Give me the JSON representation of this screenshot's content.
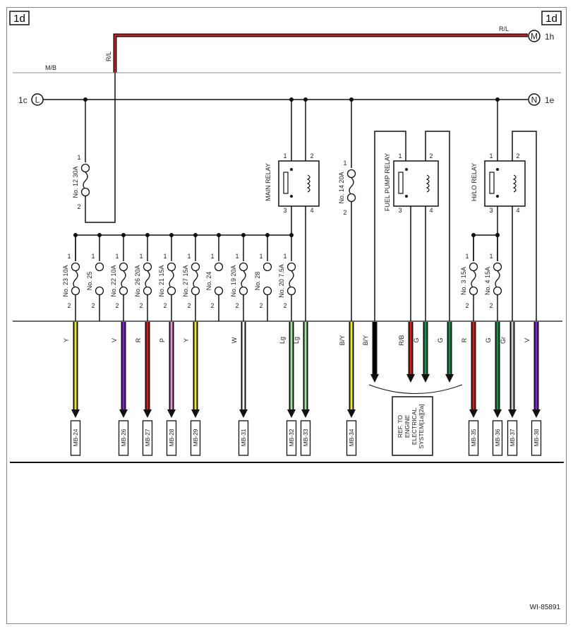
{
  "corner_tags": {
    "left": "1d",
    "right": "1d"
  },
  "bus_labels": {
    "mb": "M/B",
    "rl_vertical": "R/L",
    "rl_top": "R/L"
  },
  "terminals": {
    "M": {
      "symbol": "M",
      "ref": "1h"
    },
    "L": {
      "symbol": "L",
      "ref": "1c"
    },
    "N": {
      "symbol": "N",
      "ref": "1e"
    }
  },
  "fuses": [
    {
      "key": "f12",
      "label": "No. 12  30A",
      "pin_top": "1",
      "pin_bottom": "2"
    },
    {
      "key": "f23",
      "label": "No. 23  10A",
      "pin_top": "1",
      "pin_bottom": "2"
    },
    {
      "key": "f25",
      "label": "No. 25",
      "pin_top": "1",
      "pin_bottom": "2"
    },
    {
      "key": "f22",
      "label": "No. 22  10A",
      "pin_top": "1",
      "pin_bottom": "2"
    },
    {
      "key": "f26",
      "label": "No. 26  20A",
      "pin_top": "1",
      "pin_bottom": "2"
    },
    {
      "key": "f21",
      "label": "No. 21  15A",
      "pin_top": "1",
      "pin_bottom": "2"
    },
    {
      "key": "f27",
      "label": "No. 27  15A",
      "pin_top": "1",
      "pin_bottom": "2"
    },
    {
      "key": "f24",
      "label": "No. 24",
      "pin_top": "1",
      "pin_bottom": "2"
    },
    {
      "key": "f19",
      "label": "No. 19  20A",
      "pin_top": "1",
      "pin_bottom": "2"
    },
    {
      "key": "f28",
      "label": "No. 28",
      "pin_top": "1",
      "pin_bottom": "2"
    },
    {
      "key": "f20",
      "label": "No. 20  7.5A",
      "pin_top": "1",
      "pin_bottom": "2"
    },
    {
      "key": "f14",
      "label": "No. 14  20A",
      "pin_top": "1",
      "pin_bottom": "2"
    },
    {
      "key": "f3",
      "label": "No. 3  15A",
      "pin_top": "1",
      "pin_bottom": "2"
    },
    {
      "key": "f4",
      "label": "No. 4  15A",
      "pin_top": "1",
      "pin_bottom": "2"
    }
  ],
  "relays": [
    {
      "key": "main",
      "label": "MAIN RELAY",
      "pins": [
        "1",
        "2",
        "3",
        "4"
      ]
    },
    {
      "key": "fuelpump",
      "label": "FUEL PUMP RELAY",
      "pins": [
        "1",
        "2",
        "3",
        "4"
      ]
    },
    {
      "key": "hilo",
      "label": "Hi/LO RELAY",
      "pins": [
        "1",
        "2",
        "3",
        "4"
      ]
    }
  ],
  "outputs": [
    {
      "key": "mb24",
      "color_code": "Y",
      "wire_hex": "#f2ee00",
      "connector": "MB-24"
    },
    {
      "key": "mb26",
      "color_code": "V",
      "wire_hex": "#8a1be2",
      "connector": "MB-26"
    },
    {
      "key": "mb27",
      "color_code": "R",
      "wire_hex": "#e51616",
      "connector": "MB-27"
    },
    {
      "key": "mb28",
      "color_code": "P",
      "wire_hex": "#f28fd9",
      "connector": "MB-28"
    },
    {
      "key": "mb29",
      "color_code": "Y",
      "wire_hex": "#f2ee00",
      "connector": "MB-29"
    },
    {
      "key": "mb31",
      "color_code": "W",
      "wire_hex": "#ffffff",
      "connector": "MB-31"
    },
    {
      "key": "mb32",
      "color_code": "Lg",
      "wire_hex": "#9ceb9c",
      "connector": "MB-32"
    },
    {
      "key": "mb33",
      "color_code": "Lg",
      "wire_hex": "#9ceb9c",
      "connector": "MB-33"
    },
    {
      "key": "mb34",
      "color_code": "B/Y",
      "wire_hex": "#f2ee00",
      "connector": "MB-34"
    },
    {
      "key": "by2",
      "color_code": "B/Y",
      "wire_hex": "#000000",
      "connector": ""
    },
    {
      "key": "rb",
      "color_code": "R/B",
      "wire_hex": "#e51616",
      "connector": ""
    },
    {
      "key": "g1",
      "color_code": "G",
      "wire_hex": "#0c9a4a",
      "connector": ""
    },
    {
      "key": "g2",
      "color_code": "G",
      "wire_hex": "#0c9a4a",
      "connector": ""
    },
    {
      "key": "mb35",
      "color_code": "R",
      "wire_hex": "#e51616",
      "connector": "MB-35"
    },
    {
      "key": "mb36",
      "color_code": "G",
      "wire_hex": "#0c9a4a",
      "connector": "MB-36"
    },
    {
      "key": "mb37",
      "color_code": "Gr",
      "wire_hex": "#d0d0d0",
      "connector": "MB-37"
    },
    {
      "key": "mb38",
      "color_code": "V",
      "wire_hex": "#8a1be2",
      "connector": "MB-38"
    }
  ],
  "ref_box": {
    "lines": [
      "REF. TO",
      "ENGINE",
      "ELECTRICAL",
      "SYSTEM[1a][2a]"
    ]
  },
  "doc_id": "WI-85891"
}
